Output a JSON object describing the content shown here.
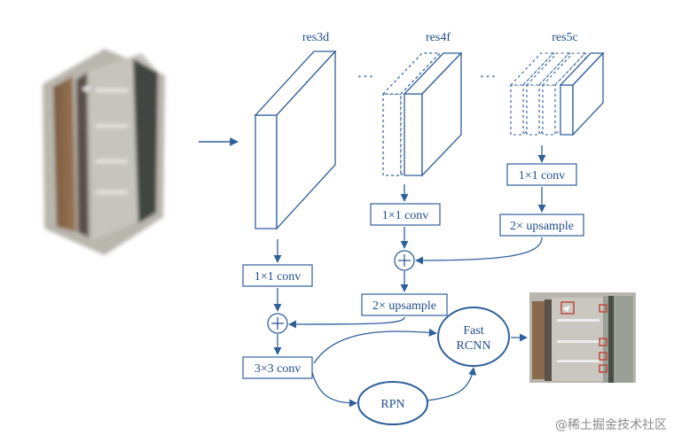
{
  "diagram": {
    "labels": {
      "res3d": "res3d",
      "res4f": "res4f",
      "res5c": "res5c",
      "conv1x1_res3": "1×1 conv",
      "conv1x1_res4": "1×1 conv",
      "conv1x1_res5": "1×1 conv",
      "upsample_res5": "2× upsample",
      "upsample_res4": "2× upsample",
      "conv3x3": "3×3 conv",
      "rpn": "RPN",
      "fast_rcnn_line1": "Fast",
      "fast_rcnn_line2": "RCNN",
      "ellipsis_1": "• • •",
      "ellipsis_2": "• • •"
    },
    "watermark": "@稀土掘金技术社区"
  },
  "colors": {
    "diagram_blue": "#2f5f9a",
    "label_blue": "#1f4e8c",
    "detection_box": "#c0392b"
  }
}
